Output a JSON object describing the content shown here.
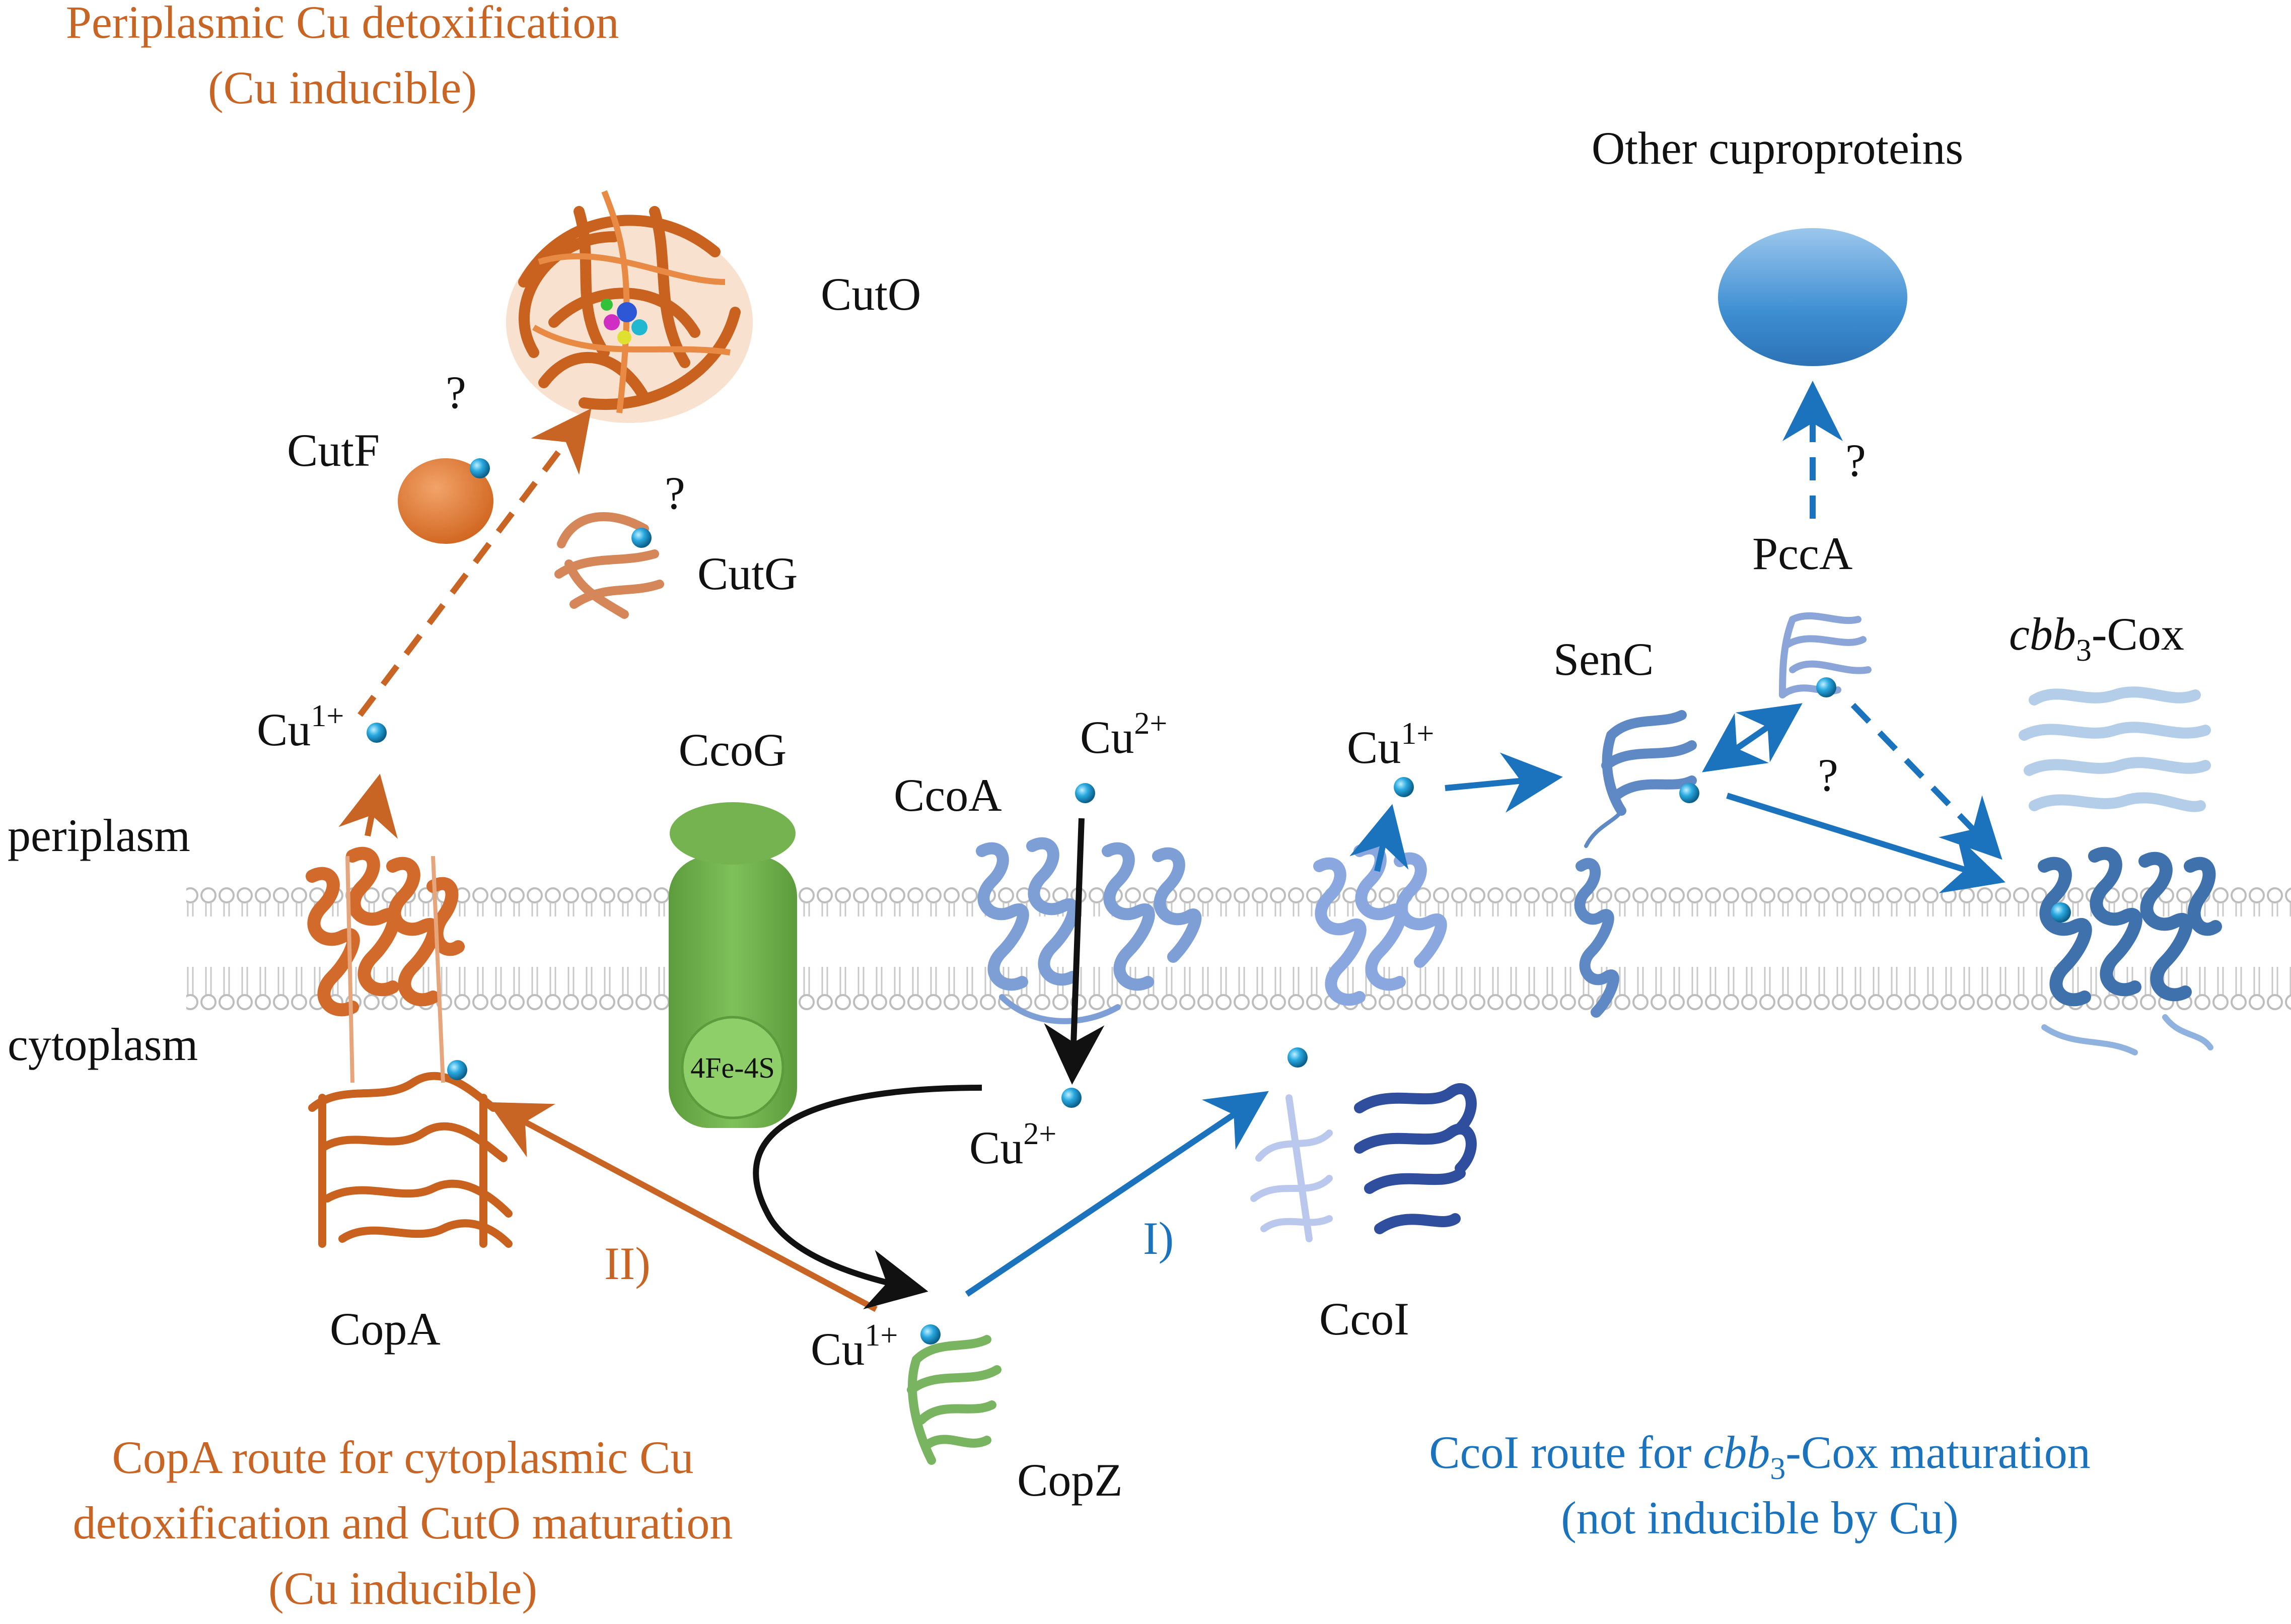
{
  "colors": {
    "orange": "#c86424",
    "blue": "#1b73bd",
    "black": "#111111",
    "green": "#6aa84f",
    "ion": "#29a9e0",
    "membrane": "#cfcfcf"
  },
  "captions": {
    "top_left_line1": "Periplasmic Cu detoxification",
    "top_left_line2": "(Cu inducible)",
    "bottom_left_line1": "CopA route for cytoplasmic Cu",
    "bottom_left_line2": "detoxification and CutO maturation",
    "bottom_left_line3": "(Cu inducible)",
    "bottom_right_pre": "CcoI route for ",
    "bottom_right_italic": "cbb",
    "bottom_right_sub": "3",
    "bottom_right_post": "-Cox maturation",
    "bottom_right_line2": "(not inducible by Cu)",
    "other_cuproteins": "Other cuproproteins"
  },
  "compartments": {
    "periplasm": "periplasm",
    "cytoplasm": "cytoplasm"
  },
  "proteins": {
    "cuto": "CutO",
    "cutf": "CutF",
    "cutg": "CutG",
    "ccog": "CcoG",
    "ccoa": "CcoA",
    "fes": "4Fe-4S",
    "copa": "CopA",
    "copz": "CopZ",
    "ccoi": "CcoI",
    "senc": "SenC",
    "pcca": "PccA",
    "cbb3_italic": "cbb",
    "cbb3_sub": "3",
    "cbb3_post": "-Cox"
  },
  "ions": {
    "cu1_left_base": "Cu",
    "cu1_left_sup": "1+",
    "cu2_top_base": "Cu",
    "cu2_top_sup": "2+",
    "cu2_bottom_base": "Cu",
    "cu2_bottom_sup": "2+",
    "cu1_bottom_base": "Cu",
    "cu1_bottom_sup": "1+",
    "cu1_right_base": "Cu",
    "cu1_right_sup": "1+"
  },
  "route_labels": {
    "route_one": "I)",
    "route_two": "II)"
  },
  "unknowns": {
    "q1": "?",
    "q2": "?",
    "q3": "?",
    "q4": "?"
  }
}
